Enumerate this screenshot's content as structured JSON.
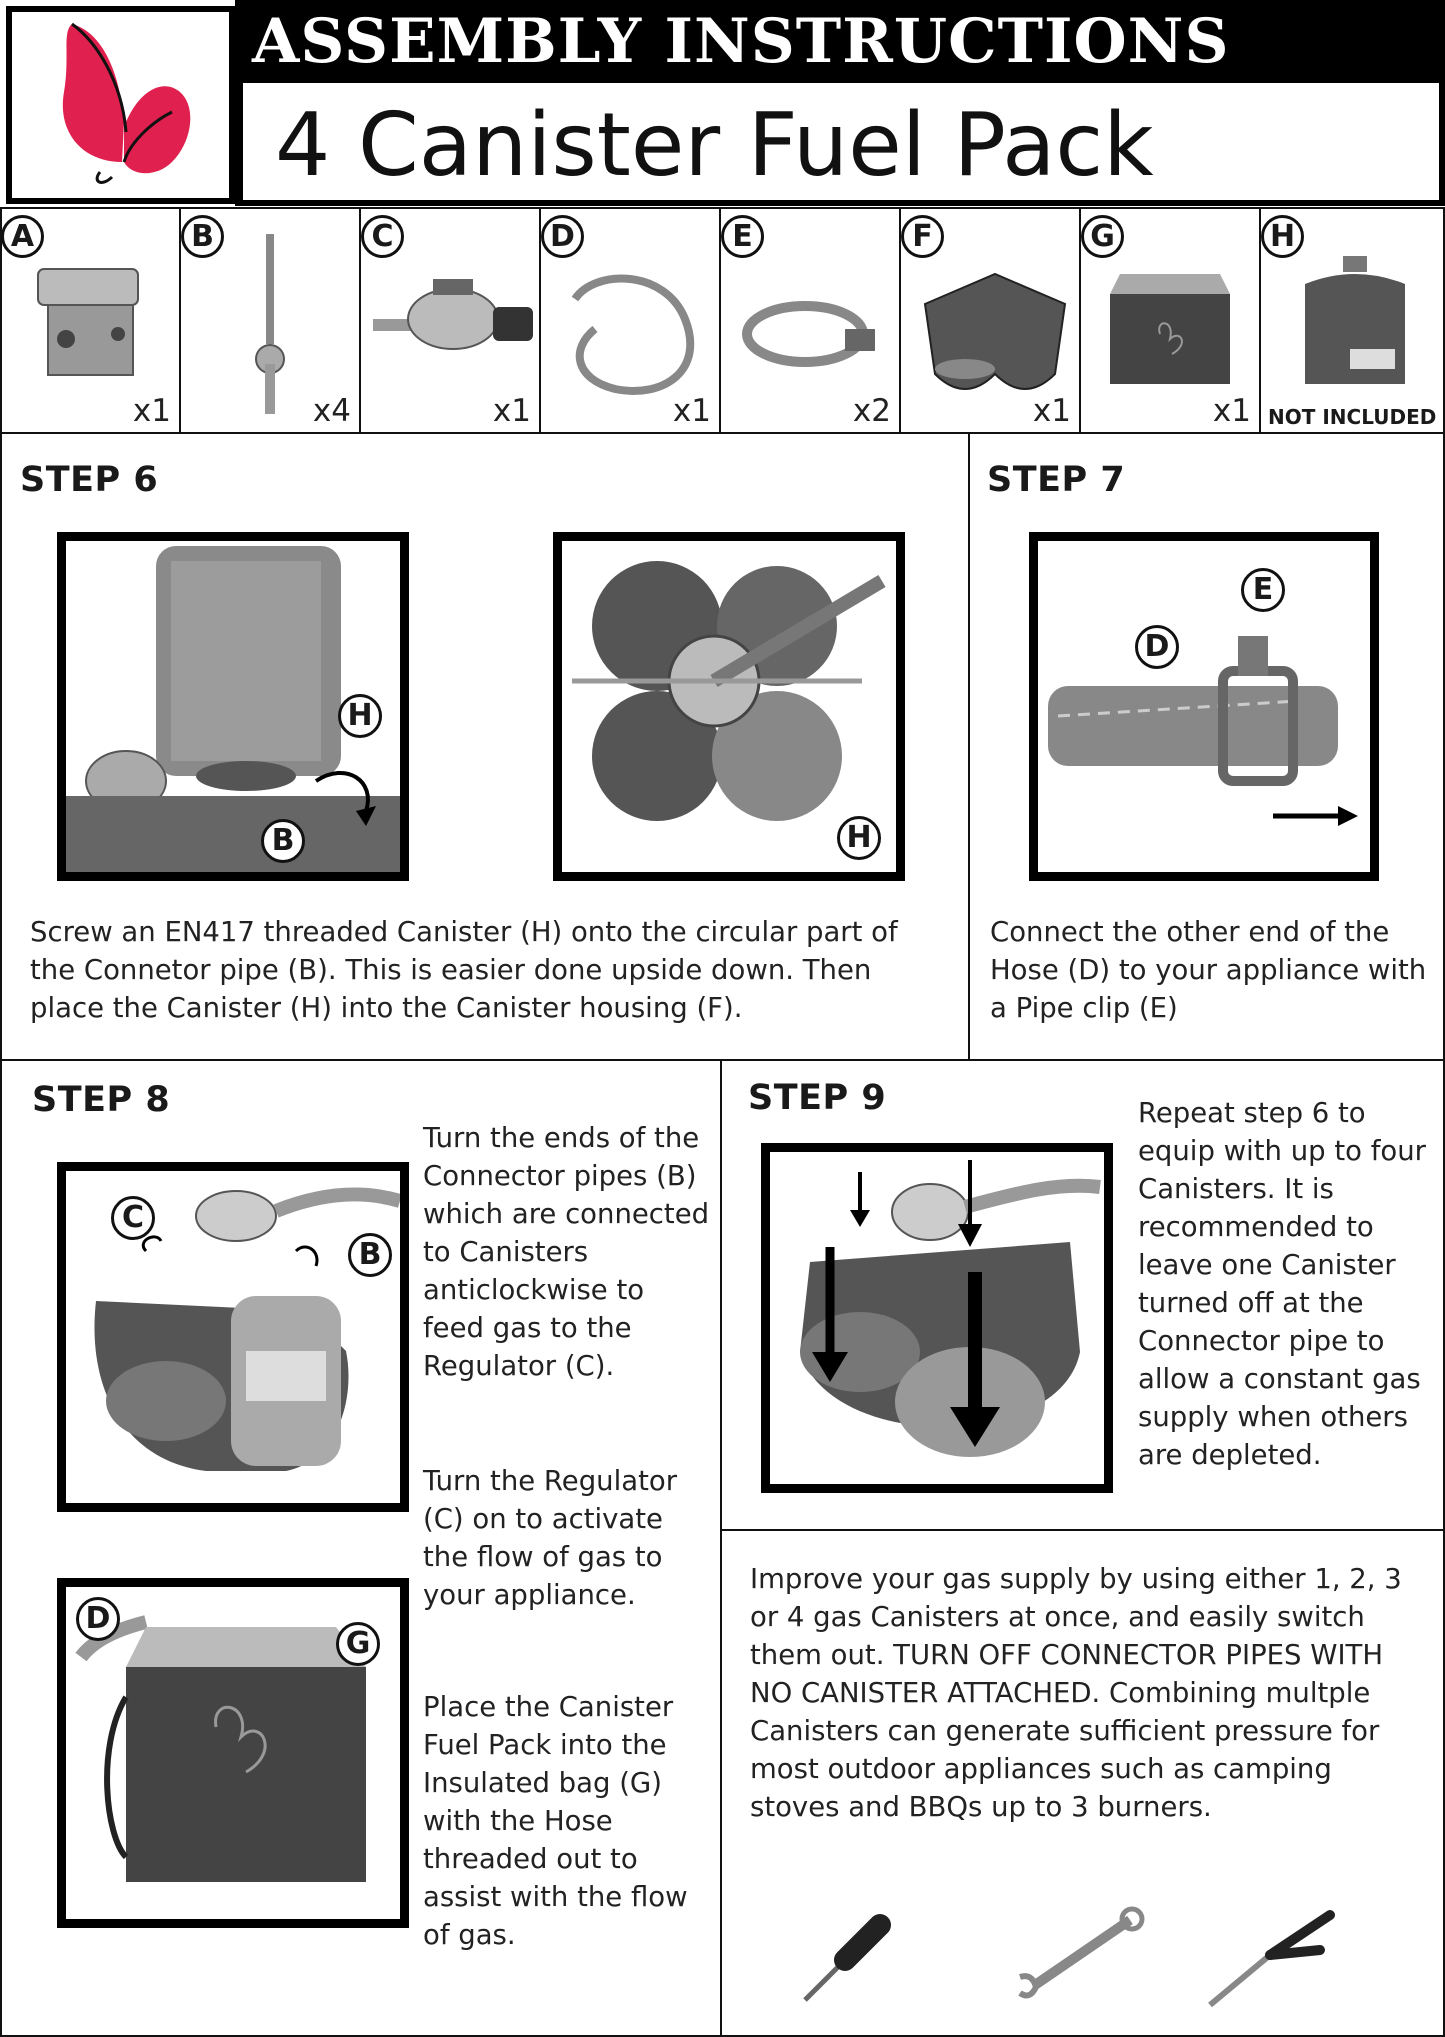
{
  "header": {
    "title": "ASSEMBLY INSTRUCTIONS",
    "product": "4 Canister Fuel Pack"
  },
  "parts": [
    {
      "letter": "A",
      "qty": "x1",
      "icon": "connector-block-icon"
    },
    {
      "letter": "B",
      "qty": "x4",
      "icon": "connector-pipe-icon"
    },
    {
      "letter": "C",
      "qty": "x1",
      "icon": "regulator-icon"
    },
    {
      "letter": "D",
      "qty": "x1",
      "icon": "hose-icon"
    },
    {
      "letter": "E",
      "qty": "x2",
      "icon": "pipe-clip-icon"
    },
    {
      "letter": "F",
      "qty": "x1",
      "icon": "canister-housing-icon"
    },
    {
      "letter": "G",
      "qty": "x1",
      "icon": "insulated-bag-icon"
    },
    {
      "letter": "H",
      "qty": "",
      "note": "NOT INCLUDED",
      "icon": "gas-canister-icon"
    }
  ],
  "steps": {
    "s6": {
      "heading": "STEP 6",
      "callouts": {
        "a": "H",
        "b": "B",
        "c": "H"
      },
      "text": "Screw an EN417 threaded Canister (H) onto the circular part of the Connetor pipe (B). This is easier done upside down. Then place the Canister (H) into the Canister housing (F)."
    },
    "s7": {
      "heading": "STEP 7",
      "callouts": {
        "a": "E",
        "b": "D"
      },
      "text": "Connect the other end of the Hose (D) to your appliance with a Pipe clip (E)"
    },
    "s8": {
      "heading": "STEP 8",
      "callouts": {
        "a": "C",
        "b": "B",
        "c": "D",
        "d": "G"
      },
      "text1": "Turn the ends of the Connector pipes (B) which are connected to Canisters anticlockwise to feed gas to the Regulator (C).",
      "text2": "Turn the Regulator (C) on to activate the flow of gas to your appliance.",
      "text3": "Place the Canister Fuel Pack into the Insulated bag (G) with the Hose threaded out to assist with the flow of gas."
    },
    "s9": {
      "heading": "STEP 9",
      "text": "Repeat step 6 to equip with up to four Canisters. It is recommended to leave one Canister turned off at the Connector pipe to allow a constant gas supply when others are depleted."
    }
  },
  "info": {
    "text": "Improve your gas supply by using either 1, 2, 3 or 4 gas Canisters at once, and easily switch them out. TURN OFF CONNECTOR PIPES WITH NO CANISTER ATTACHED. Combining multple Canisters can generate sufficient pressure for most outdoor appliances such as camping stoves and BBQs up to 3 burners.",
    "tools": [
      "screwdriver-icon",
      "spanner-icon",
      "pliers-icon"
    ]
  }
}
